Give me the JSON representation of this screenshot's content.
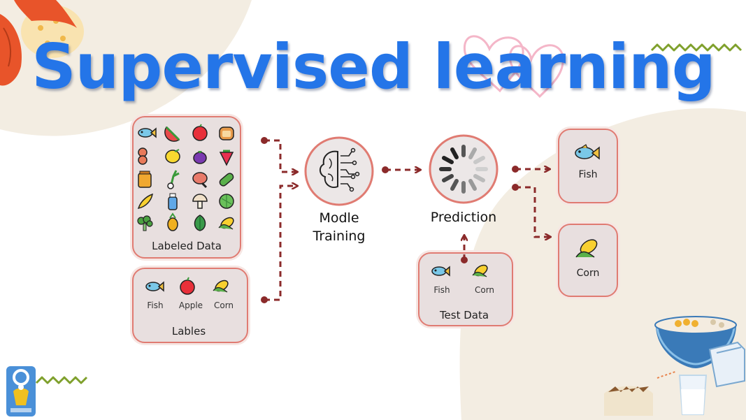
{
  "title": "Supervised learning",
  "boxes": {
    "labeled_data": {
      "caption": "Labeled Data"
    },
    "labels": {
      "caption": "Lables",
      "items": [
        "Fish",
        "Apple",
        "Corn"
      ]
    },
    "test_data": {
      "caption": "Test Data",
      "items": [
        "Fish",
        "Corn"
      ]
    },
    "output_fish": {
      "label": "Fish"
    },
    "output_corn": {
      "label": "Corn"
    }
  },
  "nodes": {
    "training": {
      "line1": "Modle",
      "line2": "Training"
    },
    "prediction": {
      "label": "Prediction"
    }
  },
  "colors": {
    "title": "#2475e8",
    "box_fill": "#e8dfdf",
    "box_border": "#e07b72",
    "arrow": "#8b2a2a",
    "background_blob": "#f3ede2",
    "wave": "#7fa02c"
  },
  "icons": {
    "labeled_grid": [
      "fish-icon",
      "watermelon-icon",
      "apple-icon",
      "bread-icon",
      "meat-icon",
      "lemon-icon",
      "eggplant-icon",
      "strawberry-icon",
      "jar-icon",
      "leek-icon",
      "ham-icon",
      "cucumber-icon",
      "banana-icon",
      "milk-bottle-icon",
      "mushroom-icon",
      "cabbage-icon",
      "broccoli-icon",
      "pineapple-icon",
      "spinach-icon",
      "corn-icon"
    ],
    "training": "neural-brain-icon",
    "prediction": "loading-spinner-icon"
  }
}
